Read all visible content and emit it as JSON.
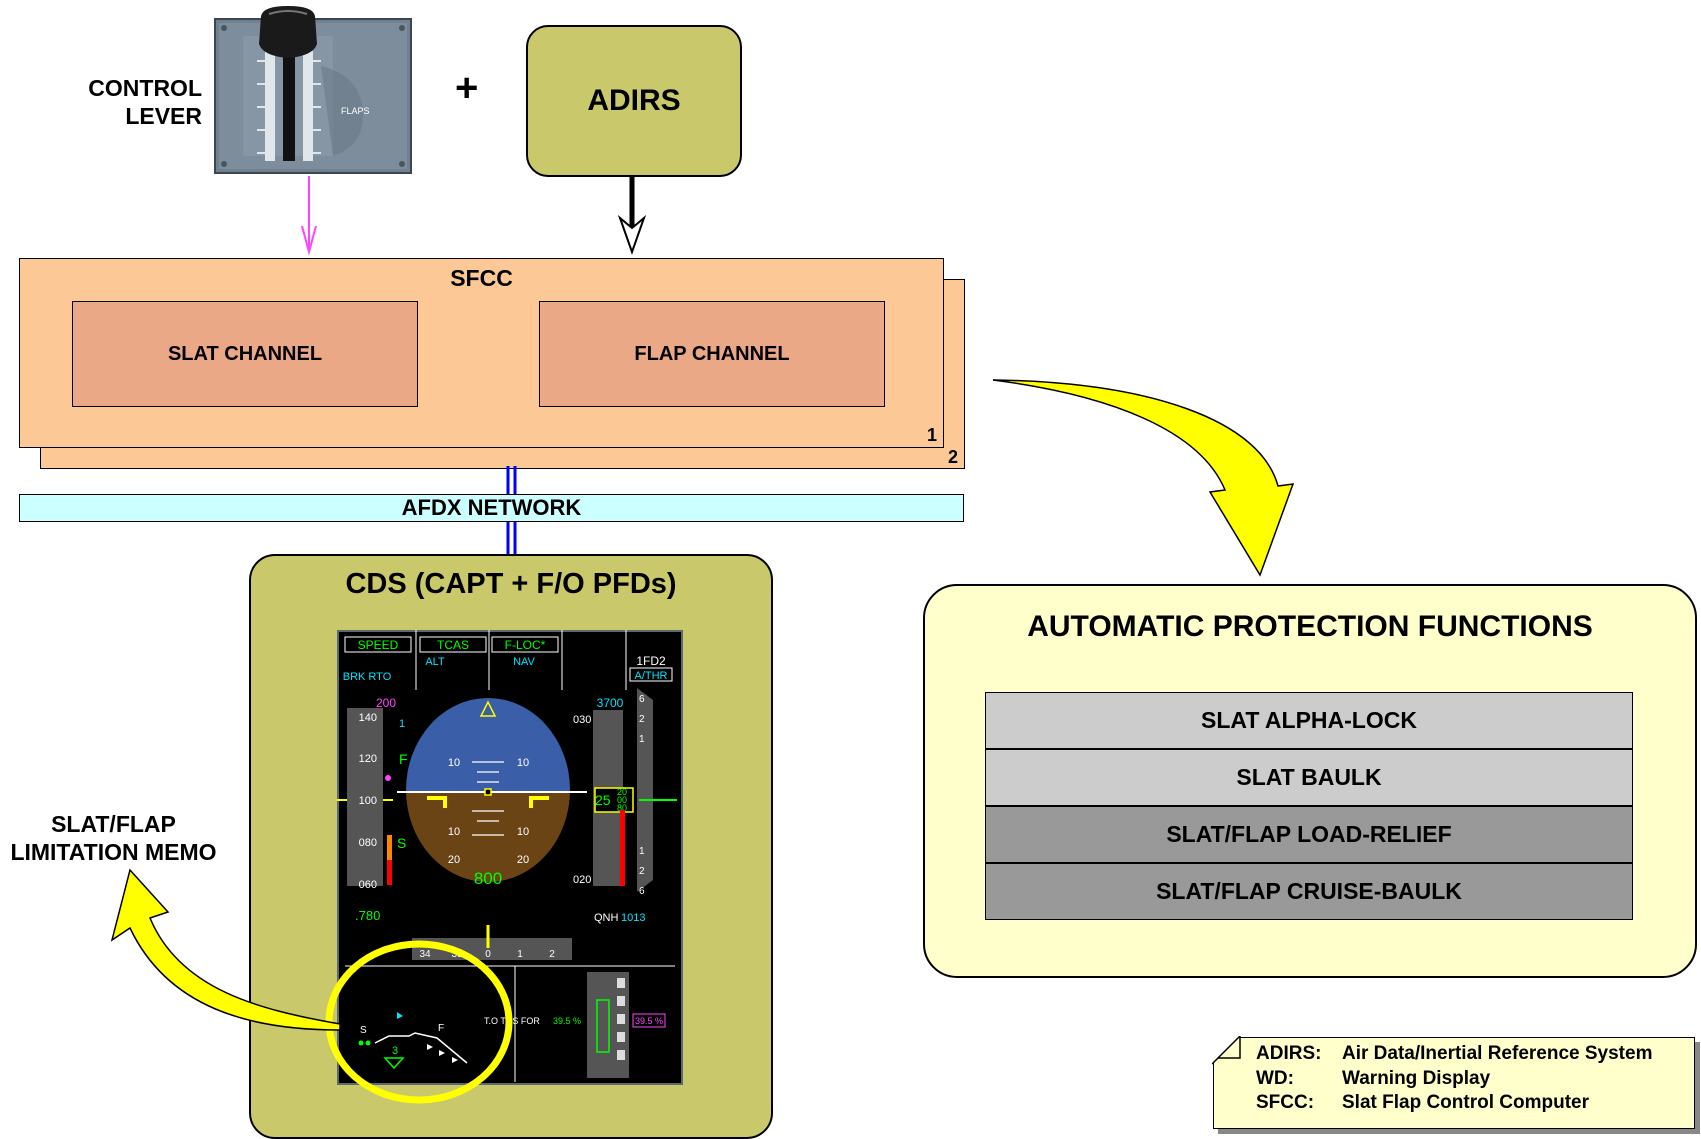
{
  "control_lever": {
    "label_line1": "CONTROL",
    "label_line2": "LEVER",
    "panel_text": "FLAPS"
  },
  "plus_sign": "+",
  "adirs": {
    "label": "ADIRS"
  },
  "sfcc": {
    "title": "SFCC",
    "slat_channel": "SLAT CHANNEL",
    "flap_channel": "FLAP CHANNEL",
    "unit_1": "1",
    "unit_2": "2"
  },
  "afdx": {
    "label": "AFDX NETWORK"
  },
  "cds": {
    "title": "CDS (CAPT + F/O PFDs)",
    "pfd": {
      "fma": [
        "SPEED",
        "TCAS",
        "F-LOC*",
        "1FD2"
      ],
      "fma_sub": [
        "BRK RTO",
        "ALT",
        "NAV",
        "A/THR"
      ],
      "speed_target": "200",
      "speed_ticks": [
        "140",
        "120",
        "100",
        "080",
        "060"
      ],
      "mach": ".780",
      "alt_target": "3700",
      "alt_ticks": [
        "030",
        "020"
      ],
      "alt_current": "25",
      "alt_box": [
        "20",
        "00",
        "80"
      ],
      "qnh_label": "QNH",
      "qnh_value": "1013",
      "radio_alt": "800",
      "pitch_marks": [
        "10",
        "10",
        "10",
        "10",
        "20",
        "20"
      ],
      "heading_ticks": [
        "34",
        "35",
        "0",
        "1",
        "2"
      ],
      "vs_ticks": [
        "6",
        "2",
        "1",
        "1",
        "2",
        "6"
      ],
      "speed_markers": [
        "1",
        "F",
        "S"
      ],
      "flaps_s": "S",
      "flaps_f": "F",
      "flaps_pos": "3",
      "thrust_text": "T.O THS FOR",
      "thrust_value": "39.5 %",
      "thrust_box": "39.5 %"
    }
  },
  "memo": {
    "line1": "SLAT/FLAP",
    "line2": "LIMITATION MEMO"
  },
  "apf": {
    "title": "AUTOMATIC PROTECTION FUNCTIONS",
    "rows": [
      "SLAT ALPHA-LOCK",
      "SLAT BAULK",
      "SLAT/FLAP LOAD-RELIEF",
      "SLAT/FLAP CRUISE-BAULK"
    ]
  },
  "legend": [
    {
      "abbr": "ADIRS:",
      "desc": "Air Data/Inertial Reference System"
    },
    {
      "abbr": "WD:",
      "desc": "Warning Display"
    },
    {
      "abbr": "SFCC:",
      "desc": "Slat Flap Control Computer"
    }
  ],
  "colors": {
    "adirs_fill": "#c9c96c",
    "sfcc_fill": "#fbc896",
    "channel_fill": "#eba886",
    "afdx_fill": "#ccffff",
    "apf_fill": "#ffffcc",
    "row_light": "#cccccc",
    "row_dark": "#999999",
    "arrow_yellow": "#ffff00",
    "lever_arrow": "#ff44ff",
    "network_line": "#0000ff"
  }
}
